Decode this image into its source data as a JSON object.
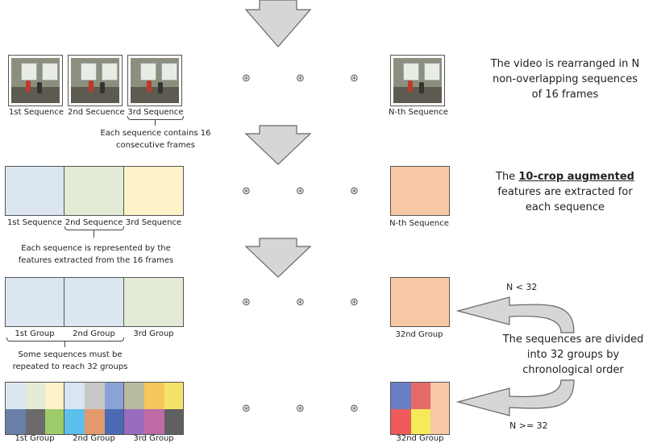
{
  "colors": {
    "blue": "#dbe6f1",
    "green": "#e3ead5",
    "yellow": "#fdf2c8",
    "peach": "#f6c8a6",
    "arrow_fill": "#d6d6d6",
    "border": "#555555"
  },
  "row1": {
    "labels": [
      "1st Sequence",
      "2nd Secuence",
      "3rd Sequence"
    ],
    "last_label": "N-th Sequence",
    "brace_note": "Each sequence contains 16 consecutive frames",
    "right_note": "The video is rearranged in N non-overlapping sequences of 16 frames"
  },
  "row2": {
    "labels": [
      "1st Sequence",
      "2nd Sequence",
      "3rd Sequence"
    ],
    "last_label": "N-th Sequence",
    "brace_note": "Each sequence is represented by the features extracted from the 16 frames",
    "right_note_pre": "The",
    "right_note_emph": "10-crop augmented",
    "right_note_post": "features are extracted for each sequence"
  },
  "row3": {
    "labels": [
      "1st Group",
      "2nd Group",
      "3rd Group"
    ],
    "last_label": "32nd Group",
    "brace_note": "Some sequences must be repeated to reach 32 groups",
    "arrow_label": "N < 32"
  },
  "row4": {
    "labels": [
      "1st Group",
      "2nd Group",
      "3rd Group"
    ],
    "last_label": "32nd Group",
    "arrow_label": "N >= 32",
    "palette_group1": [
      "#dbe6f1",
      "#e3ead5",
      "#fdf2c8",
      "#6a7fa8",
      "#6b6b6b",
      "#9ccc6a"
    ],
    "palette_group2": [
      "#d9e4f4",
      "#c8c8c8",
      "#8aa3d6",
      "#5bc0ec",
      "#e39a6b",
      "#4a6ab3"
    ],
    "palette_group3": [
      "#b8bca0",
      "#f3c75a",
      "#f3e36a",
      "#9a6cc0",
      "#c06aa5",
      "#606060"
    ],
    "palette_last": [
      "#6a7fc4",
      "#e56a6a",
      "#f6c8a6",
      "#ef5a5a",
      "#f6ea5a",
      "#f6c8a6"
    ]
  },
  "side_note": "The sequences are divided into 32 groups by chronological order",
  "ellipsis": "⊛ ⊛ ⊛"
}
